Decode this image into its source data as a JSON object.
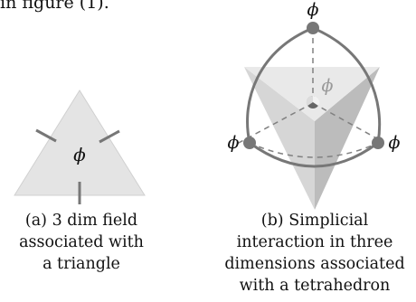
{
  "page": {
    "top_text": "in figure (1)."
  },
  "figure_a": {
    "field_label": "ϕ",
    "caption_lines": [
      "(a) 3 dim field",
      "associated with",
      "a triangle"
    ]
  },
  "figure_b": {
    "apex_labels": {
      "top": "ϕ",
      "left": "ϕ",
      "right": "ϕ",
      "center": "ϕ"
    },
    "caption_lines": [
      "(b) Simplicial",
      "interaction in three",
      "dimensions associated",
      "with a tetrahedron"
    ]
  },
  "colors": {
    "face_light": "#e6e6e6",
    "face_mid": "#cfcfcf",
    "face_dark": "#bdbdbd",
    "edge": "#777777",
    "node": "#777777",
    "text": "#111111"
  }
}
